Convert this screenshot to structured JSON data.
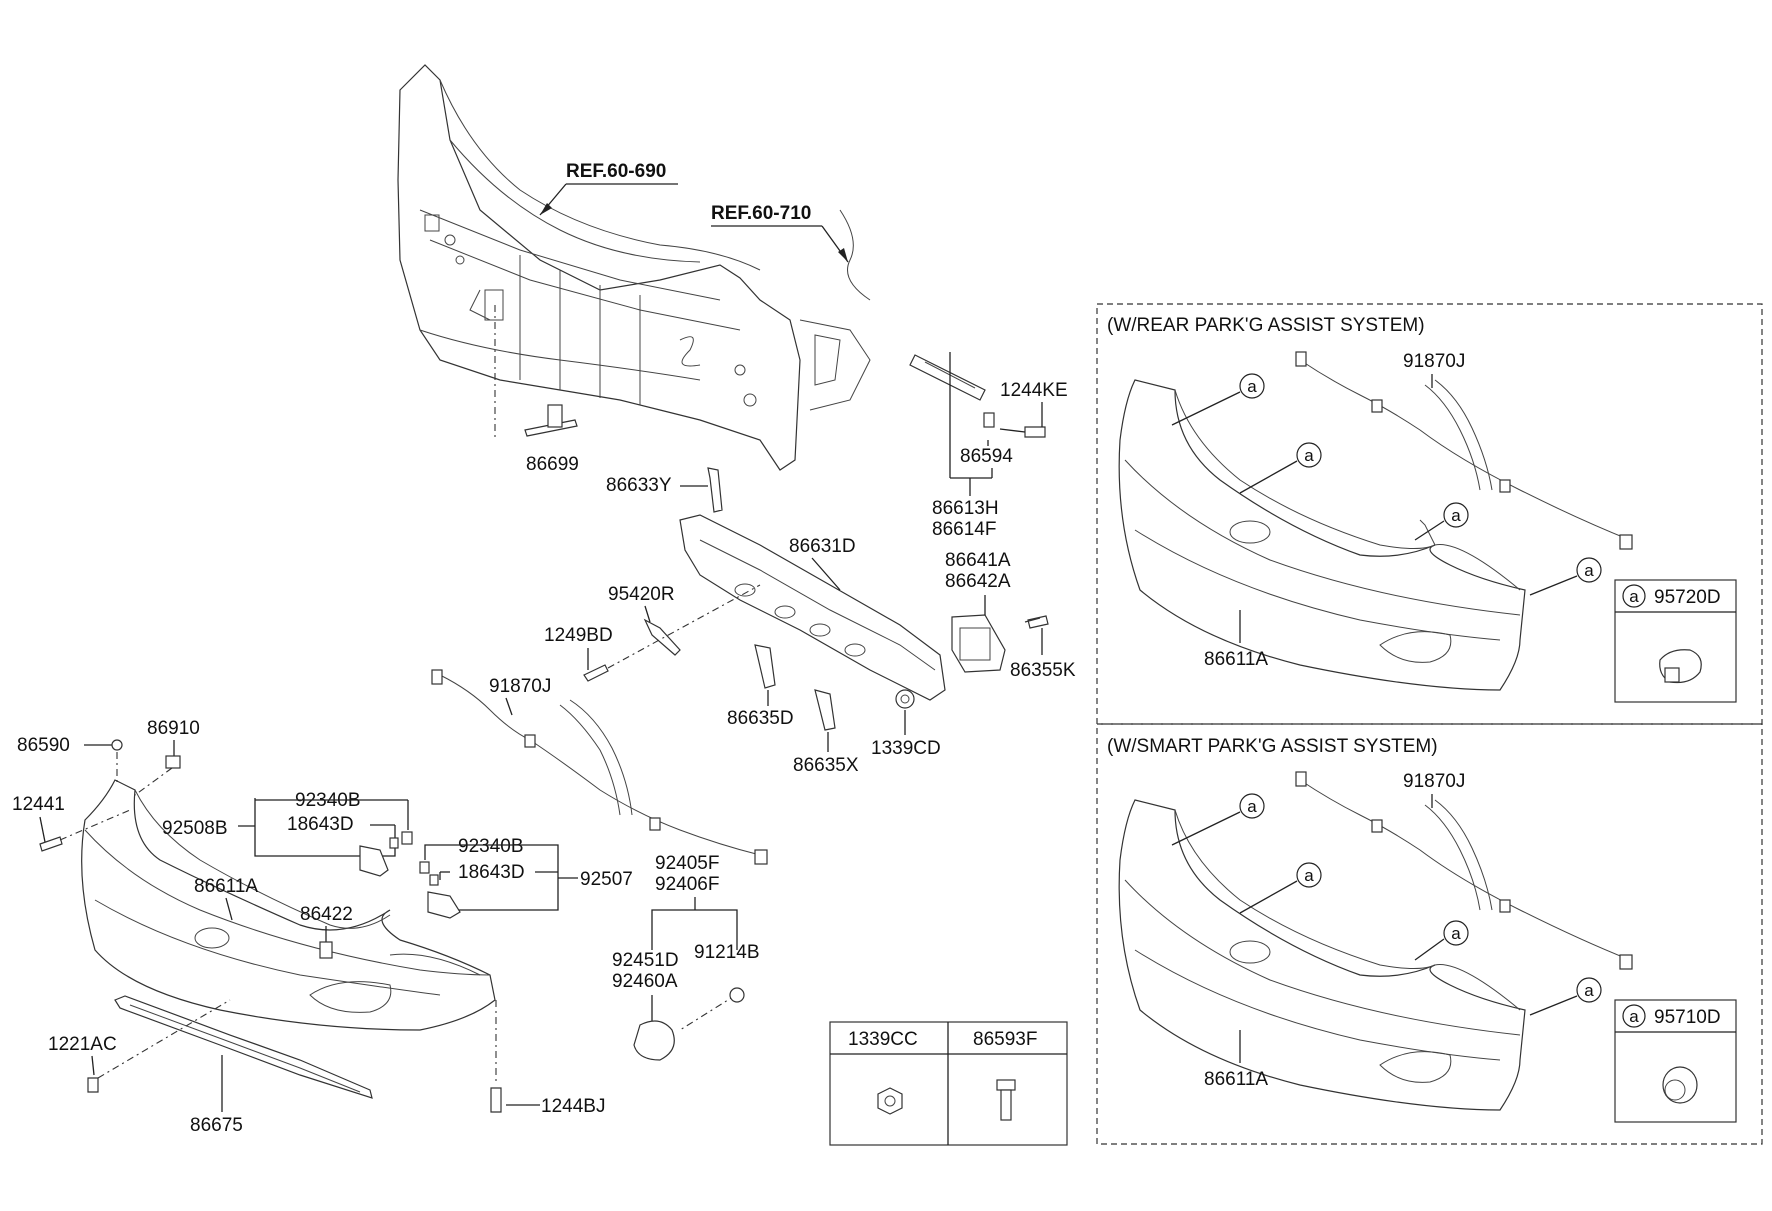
{
  "references": {
    "ref_60_690": "REF.60-690",
    "ref_60_710": "REF.60-710"
  },
  "labels": {
    "p86699": "86699",
    "p1244KE": "1244KE",
    "p86594": "86594",
    "p86633Y": "86633Y",
    "p86613H": "86613H",
    "p86614F": "86614F",
    "p86631D": "86631D",
    "p86641A": "86641A",
    "p86642A": "86642A",
    "p95420R": "95420R",
    "p1249BD": "1249BD",
    "p86355K": "86355K",
    "p91870J_main": "91870J",
    "p86635D": "86635D",
    "p1339CD": "1339CD",
    "p86635X": "86635X",
    "p86590": "86590",
    "p86910": "86910",
    "p12441": "12441",
    "p92340B_a": "92340B",
    "p92508B": "92508B",
    "p18643D_a": "18643D",
    "p92340B_b": "92340B",
    "p18643D_b": "18643D",
    "p92507": "92507",
    "p92405F": "92405F",
    "p92406F": "92406F",
    "p86611A_main": "86611A",
    "p86422": "86422",
    "p92451D": "92451D",
    "p92460A": "92460A",
    "p91214B": "91214B",
    "p1221AC": "1221AC",
    "p1244BJ": "1244BJ",
    "p86675": "86675"
  },
  "fastener_table": {
    "col1": "1339CC",
    "col2": "86593F"
  },
  "rear_park_box": {
    "title": "(W/REAR PARK'G ASSIST SYSTEM)",
    "harness": "91870J",
    "bumper": "86611A",
    "callout": "a",
    "sensor": "95720D"
  },
  "smart_park_box": {
    "title": "(W/SMART PARK'G ASSIST SYSTEM)",
    "harness": "91870J",
    "bumper": "86611A",
    "callout": "a",
    "sensor": "95710D"
  }
}
